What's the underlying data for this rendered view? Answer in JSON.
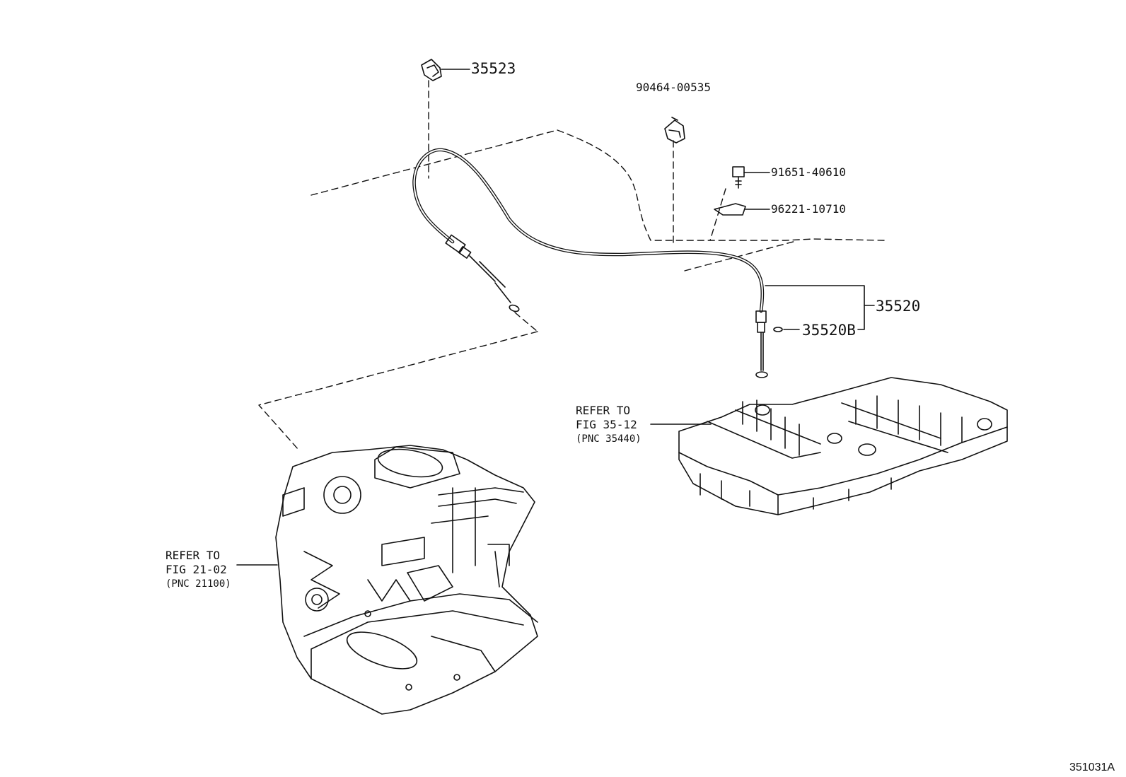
{
  "callouts": {
    "p35523": "35523",
    "p90464": "90464-00535",
    "p91651": "91651-40610",
    "p96221": "96221-10710",
    "p35520": "35520",
    "p35520B": "35520B"
  },
  "refs": {
    "valve_body": {
      "line1": "REFER TO",
      "line2": "FIG 35-12",
      "line3": "(PNC 35440)"
    },
    "carburetor": {
      "line1": "REFER TO",
      "line2": "FIG 21-02",
      "line3": "(PNC 21100)"
    }
  },
  "figure_id": "351031A"
}
